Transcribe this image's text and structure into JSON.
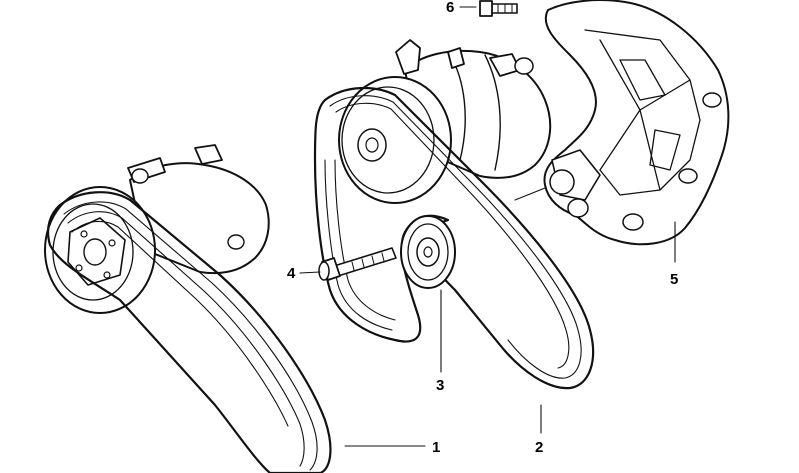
{
  "diagram": {
    "callouts": [
      {
        "id": "1",
        "label": "1",
        "part": "belt-large"
      },
      {
        "id": "2",
        "label": "2",
        "part": "belt-ribbed"
      },
      {
        "id": "3",
        "label": "3",
        "part": "tensioner-pulley"
      },
      {
        "id": "4",
        "label": "4",
        "part": "hex-bolt"
      },
      {
        "id": "5",
        "label": "5",
        "part": "compressor-bracket"
      },
      {
        "id": "6",
        "label": "6",
        "part": "bracket-bolt"
      }
    ],
    "colors": {
      "line": "#111111",
      "background": "#ffffff"
    }
  }
}
